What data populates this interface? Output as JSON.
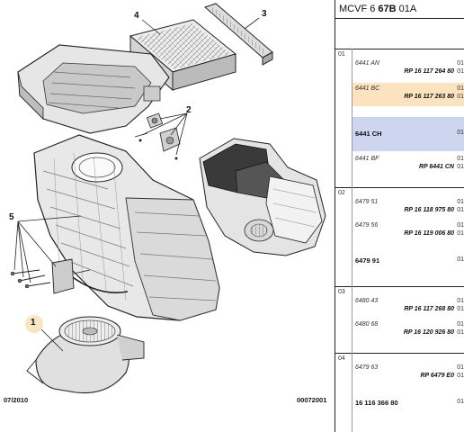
{
  "header": {
    "prefix": "MCVF 6 ",
    "bold": "67B",
    "suffix": " 01A"
  },
  "callouts": [
    "1",
    "2",
    "3",
    "4",
    "5"
  ],
  "footer": {
    "left": "07/2010",
    "right": "00072001"
  },
  "groups": [
    {
      "num": "01",
      "rows": [
        {
          "ref": "6441 AN",
          "part": "RP 16 117 264 80",
          "qty": "01",
          "highlight": ""
        },
        {
          "ref": "6441 BC",
          "part": "RP 16 117 263 80",
          "qty": "01",
          "highlight": "orange"
        },
        {
          "ref": "6441 CH",
          "part": "",
          "qty": "01",
          "highlight": "blue",
          "bold": true
        },
        {
          "ref": "6441 BF",
          "part": "RP 6441 CN",
          "qty": "01",
          "highlight": ""
        }
      ]
    },
    {
      "num": "02",
      "rows": [
        {
          "ref": "6479 51",
          "part": "RP 16 118 975 80",
          "qty": "01"
        },
        {
          "ref": "6479 56",
          "part": "RP 16 119 006 80",
          "qty": "01"
        },
        {
          "ref": "6479 91",
          "part": "",
          "qty": "01",
          "bold": true
        }
      ]
    },
    {
      "num": "03",
      "rows": [
        {
          "ref": "6480 43",
          "part": "RP 16 117 268 80",
          "qty": "01"
        },
        {
          "ref": "6480 68",
          "part": "RP 16 120 926 80",
          "qty": "01"
        }
      ]
    },
    {
      "num": "04",
      "rows": [
        {
          "ref": "6479 63",
          "part": "RP 6479 E0",
          "qty": "01"
        },
        {
          "ref": "16 116 366 80",
          "part": "",
          "qty": "01",
          "bold": true
        }
      ]
    }
  ]
}
